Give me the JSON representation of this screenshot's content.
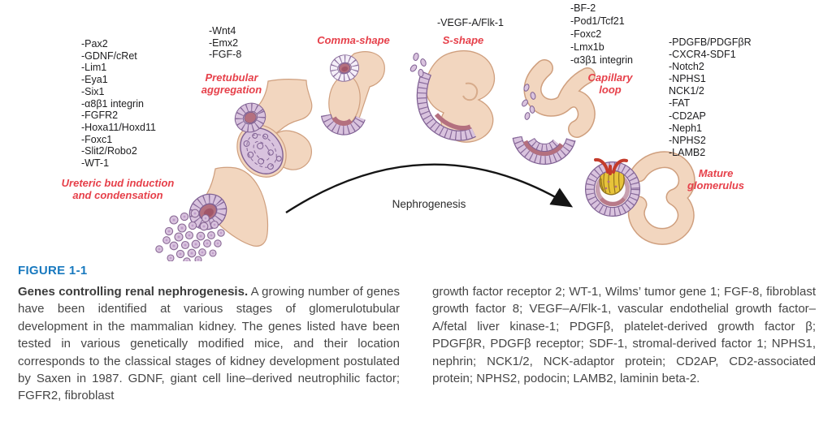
{
  "colors": {
    "accent_red": "#e6404a",
    "figure_blue": "#1879bf"
  },
  "diagram": {
    "arrow_label": "Nephrogenesis",
    "stages": [
      {
        "label": "Ureteric bud induction and condensation",
        "genes": [
          "-Pax2",
          "-GDNF/cRet",
          "-Lim1",
          "-Eya1",
          "-Six1",
          "-α8β1 integrin",
          "-FGFR2",
          "-Hoxa11/Hoxd11",
          "-Foxc1",
          "-Slit2/Robo2",
          "-WT-1"
        ]
      },
      {
        "label": "Pretubular aggregation",
        "genes": [
          "-Wnt4",
          "-Emx2",
          "-FGF-8"
        ]
      },
      {
        "label": "Comma-shape",
        "genes": []
      },
      {
        "label": "S-shape",
        "genes": [
          "-VEGF-A/Flk-1"
        ]
      },
      {
        "label": "Capillary loop",
        "genes": [
          "-BF-2",
          "-Pod1/Tcf21",
          "-Foxc2",
          "-Lmx1b",
          "-α3β1 integrin"
        ]
      },
      {
        "label": "Mature glomerulus",
        "genes": [
          "-PDGFB/PDGFβR",
          "-CXCR4-SDF1",
          "-Notch2",
          "-NPHS1",
          "NCK1/2",
          "-FAT",
          "-CD2AP",
          "-Neph1",
          "-NPHS2",
          "-LAMB2"
        ]
      }
    ]
  },
  "caption": {
    "figure_label": "FIGURE 1-1",
    "lead": "Genes controlling renal nephrogenesis.",
    "left_text": " A growing number of genes have been identified at various stages of glomerulotubular development in the mammalian kidney. The genes listed have been tested in various genetically modified mice, and their location corresponds to the classical stages of kidney development postulated by Saxen in 1987. GDNF, giant cell line–derived neutrophilic factor; FGFR2, fibroblast",
    "right_text": "growth factor receptor 2; WT-1, Wilms’ tumor gene 1; FGF-8, fibroblast growth factor 8; VEGF–A/Flk-1, vascular endothelial growth factor–A/fetal liver kinase-1; PDGFβ, platelet-derived growth factor β; PDGFβR, PDGFβ receptor; SDF-1, stromal-derived factor 1; NPHS1, nephrin; NCK1/2, NCK-adaptor protein; CD2AP, CD2-associated protein; NPHS2, podocin; LAMB2, laminin beta-2."
  }
}
